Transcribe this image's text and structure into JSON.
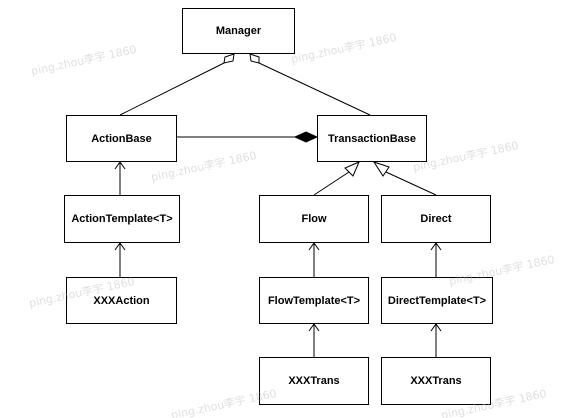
{
  "diagram": {
    "classes": {
      "manager": "Manager",
      "action_base": "ActionBase",
      "transaction_base": "TransactionBase",
      "action_template": "ActionTemplate<T>",
      "flow": "Flow",
      "direct": "Direct",
      "xxx_action": "XXXAction",
      "flow_template": "FlowTemplate<T>",
      "direct_template": "DirectTemplate<T>",
      "xxx_trans_flow": "XXXTrans",
      "xxx_trans_direct": "XXXTrans"
    },
    "relations": [
      {
        "from": "action_base",
        "to": "manager",
        "kind": "aggregation"
      },
      {
        "from": "transaction_base",
        "to": "manager",
        "kind": "aggregation"
      },
      {
        "from": "action_base",
        "to": "transaction_base",
        "kind": "composition"
      },
      {
        "from": "flow",
        "to": "transaction_base",
        "kind": "generalization"
      },
      {
        "from": "direct",
        "to": "transaction_base",
        "kind": "generalization"
      },
      {
        "from": "action_template",
        "to": "action_base",
        "kind": "association"
      },
      {
        "from": "xxx_action",
        "to": "action_template",
        "kind": "association"
      },
      {
        "from": "flow_template",
        "to": "flow",
        "kind": "association"
      },
      {
        "from": "direct_template",
        "to": "direct",
        "kind": "association"
      },
      {
        "from": "xxx_trans_flow",
        "to": "flow_template",
        "kind": "association"
      },
      {
        "from": "xxx_trans_direct",
        "to": "direct_template",
        "kind": "association"
      }
    ]
  },
  "watermark": "ping.zhou李宇 1860",
  "colors": {
    "line": "#000000",
    "box_fill": "#ffffff",
    "watermark": "#b8b8b8"
  }
}
